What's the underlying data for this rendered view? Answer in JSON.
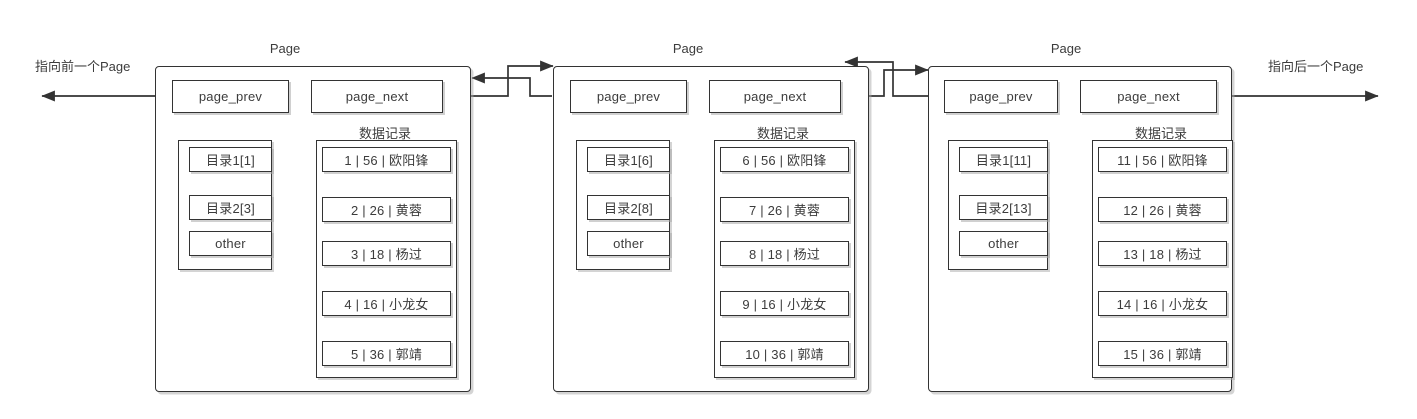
{
  "diagram": {
    "title_caption": "Page",
    "records_caption": "数据记录",
    "left_edge_label": "指向前一个Page",
    "right_edge_label": "指向后一个Page",
    "pointer_labels": {
      "prev": "page_prev",
      "next": "page_next"
    },
    "other_label": "other",
    "colors": {
      "stroke": "#333333",
      "text": "#3c3c3c",
      "background": "#ffffff",
      "shadow": "#aaaaaa"
    }
  },
  "pages": [
    {
      "caption": "Page",
      "prev_label": "page_prev",
      "next_label": "page_next",
      "records_caption": "数据记录",
      "directory": [
        {
          "label": "目录1[1]",
          "target_index": 0
        },
        {
          "label": "目录2[3]",
          "target_index": 2
        },
        {
          "label": "other",
          "target_index": null
        }
      ],
      "records": [
        {
          "id": "1",
          "age": "56",
          "name": "欧阳锋",
          "text": "1 | 56 | 欧阳锋"
        },
        {
          "id": "2",
          "age": "26",
          "name": "黄蓉",
          "text": "2 | 26 | 黄蓉"
        },
        {
          "id": "3",
          "age": "18",
          "name": "杨过",
          "text": "3 | 18 | 杨过"
        },
        {
          "id": "4",
          "age": "16",
          "name": "小龙女",
          "text": "4 | 16 | 小龙女"
        },
        {
          "id": "5",
          "age": "36",
          "name": "郭靖",
          "text": "5 | 36 | 郭靖"
        }
      ]
    },
    {
      "caption": "Page",
      "prev_label": "page_prev",
      "next_label": "page_next",
      "records_caption": "数据记录",
      "directory": [
        {
          "label": "目录1[6]",
          "target_index": 0
        },
        {
          "label": "目录2[8]",
          "target_index": 2
        },
        {
          "label": "other",
          "target_index": null
        }
      ],
      "records": [
        {
          "id": "6",
          "age": "56",
          "name": "欧阳锋",
          "text": "6 | 56 | 欧阳锋"
        },
        {
          "id": "7",
          "age": "26",
          "name": "黄蓉",
          "text": "7 | 26 | 黄蓉"
        },
        {
          "id": "8",
          "age": "18",
          "name": "杨过",
          "text": "8 | 18 | 杨过"
        },
        {
          "id": "9",
          "age": "16",
          "name": "小龙女",
          "text": "9 | 16 | 小龙女"
        },
        {
          "id": "10",
          "age": "36",
          "name": "郭靖",
          "text": "10 | 36 | 郭靖"
        }
      ]
    },
    {
      "caption": "Page",
      "prev_label": "page_prev",
      "next_label": "page_next",
      "records_caption": "数据记录",
      "directory": [
        {
          "label": "目录1[11]",
          "target_index": 0
        },
        {
          "label": "目录2[13]",
          "target_index": 2
        },
        {
          "label": "other",
          "target_index": null
        }
      ],
      "records": [
        {
          "id": "11",
          "age": "56",
          "name": "欧阳锋",
          "text": "11 | 56 | 欧阳锋"
        },
        {
          "id": "12",
          "age": "26",
          "name": "黄蓉",
          "text": "12 | 26 | 黄蓉"
        },
        {
          "id": "13",
          "age": "18",
          "name": "杨过",
          "text": "13 | 18 | 杨过"
        },
        {
          "id": "14",
          "age": "16",
          "name": "小龙女",
          "text": "14 | 16 | 小龙女"
        },
        {
          "id": "15",
          "age": "36",
          "name": "郭靖",
          "text": "15 | 36 | 郭靖"
        }
      ]
    }
  ],
  "edges": {
    "left_label": "指向前一个Page",
    "right_label": "指向后一个Page"
  }
}
